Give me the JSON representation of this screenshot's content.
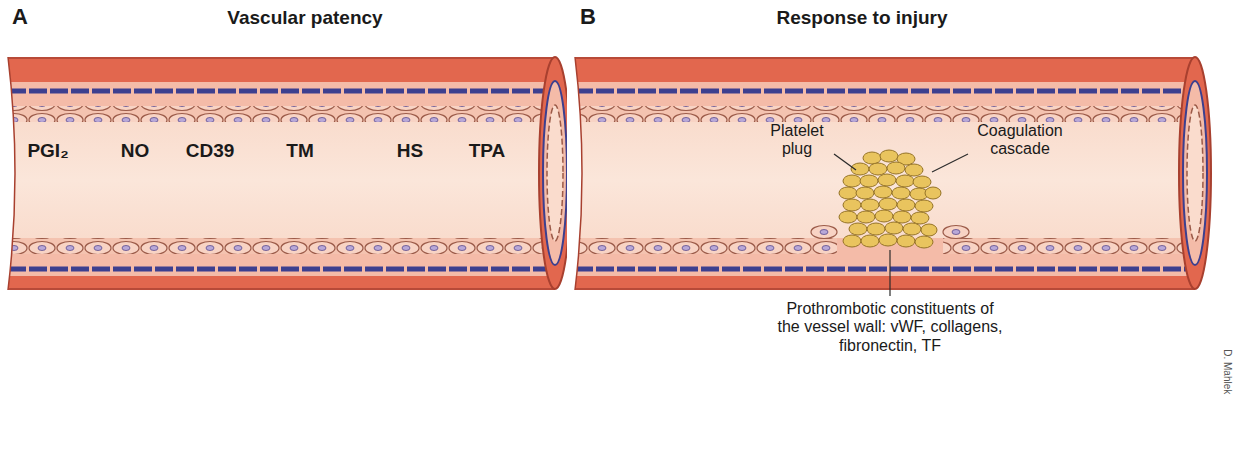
{
  "diagram": {
    "labels": [
      "A",
      "Vascular patency",
      "B",
      "Response to injury",
      "PGI₂",
      "NO",
      "CD39",
      "TM",
      "HS",
      "TPA",
      "Platelet plug",
      "Coagulation cascade",
      "Prothrombotic constituents of the vessel wall: vWF, collagens, fibronectin, TF",
      "D. Mahlek"
    ]
  }
}
